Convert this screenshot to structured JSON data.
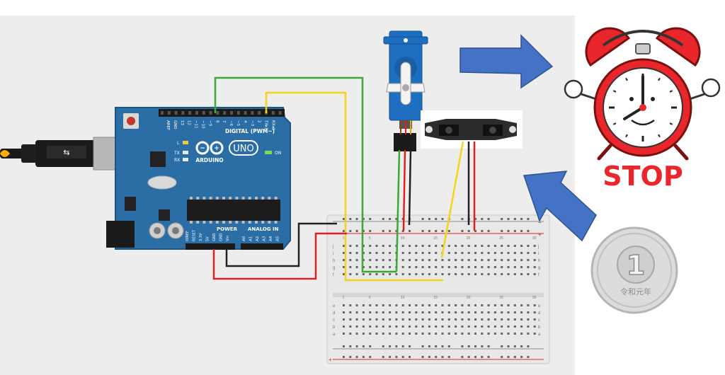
{
  "arduino": {
    "brand": "ARDUINO",
    "model": "UNO",
    "digital_label": "DIGITAL (PWM~)",
    "power_label": "POWER",
    "analog_label": "ANALOG IN",
    "on_label": "ON",
    "l_label": "L",
    "tx_label": "TX",
    "rx_label": "RX",
    "digital_pins": [
      "AREF",
      "GND",
      "13",
      "12",
      "~11",
      "~10",
      "~9",
      "8",
      "7",
      "~6",
      "~5",
      "4",
      "~3",
      "2",
      "TX▸1",
      "RX◂0"
    ],
    "power_pins": [
      "IOREF",
      "RESET",
      "3.3V",
      "5V",
      "GND",
      "GND",
      "Vin"
    ],
    "analog_pins": [
      "A0",
      "A1",
      "A2",
      "A3",
      "A4",
      "A5"
    ]
  },
  "breadboard": {
    "row_letters_top": [
      "j",
      "i",
      "h",
      "g",
      "f"
    ],
    "row_letters_bottom": [
      "e",
      "d",
      "c",
      "b",
      "a"
    ],
    "column_numbers": [
      "1",
      "5",
      "10",
      "15",
      "20",
      "25",
      "30"
    ],
    "plus": "+",
    "minus": "−"
  },
  "stop_sign": {
    "text": "STOP"
  },
  "coin": {
    "numeral": "1",
    "era_text": "令和元年"
  },
  "colors": {
    "arduino_blue": "#2b6ea5",
    "arrow_blue": "#4472c4",
    "wire_green": "#3aa935",
    "wire_yellow": "#f2d41f",
    "wire_red": "#e02020",
    "wire_black": "#222222",
    "clock_red": "#e8262b",
    "stop_red": "#e8262b"
  }
}
